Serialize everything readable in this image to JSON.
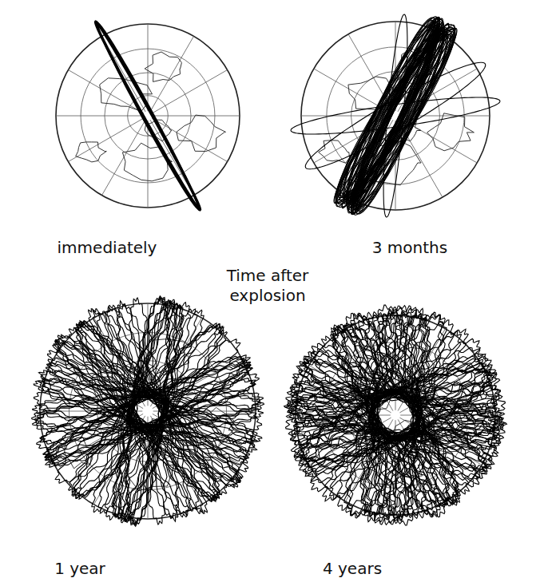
{
  "diagram": {
    "labels": [
      "immediately",
      "3 months",
      "Time after explosion",
      "1 year",
      "4 years"
    ]
  }
}
